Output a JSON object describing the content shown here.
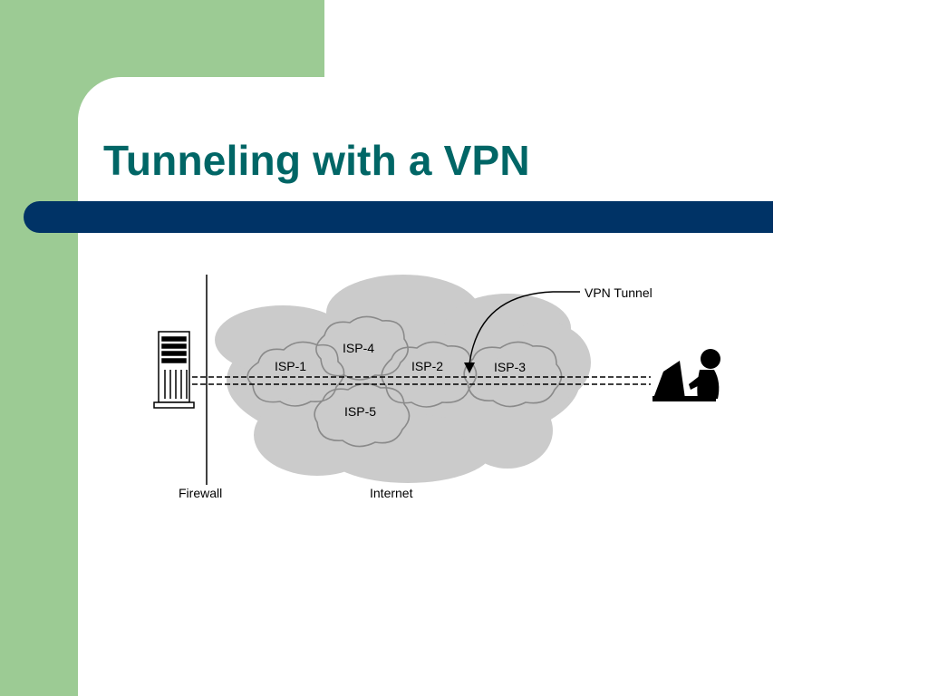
{
  "slide": {
    "title": "Tunneling with a VPN"
  },
  "diagram": {
    "isps": [
      "ISP-1",
      "ISP-4",
      "ISP-2",
      "ISP-3",
      "ISP-5"
    ],
    "vpn_tunnel_label": "VPN Tunnel",
    "firewall_label": "Firewall",
    "internet_label": "Internet",
    "icons": [
      "server-icon",
      "firewall-line",
      "internet-cloud-icon",
      "remote-user-icon",
      "arrow-icon"
    ],
    "colors": {
      "cloud": "#cbcbcb",
      "isp_outline": "#8a8a8a",
      "title": "#006666",
      "title_bar": "#003366",
      "sidebar": "#9ccb94"
    }
  }
}
